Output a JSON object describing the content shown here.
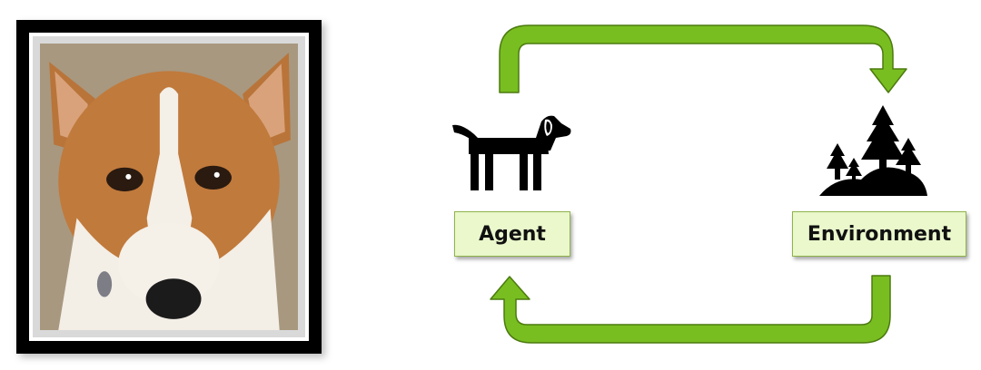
{
  "photo": {
    "icon": "corgi-photo"
  },
  "diagram": {
    "agent": {
      "label": "Agent",
      "icon": "dog-icon"
    },
    "environment": {
      "label": "Environment",
      "icon": "trees-icon"
    },
    "arrows": {
      "color": "#78be20",
      "outline": "#4c7a0f"
    }
  }
}
